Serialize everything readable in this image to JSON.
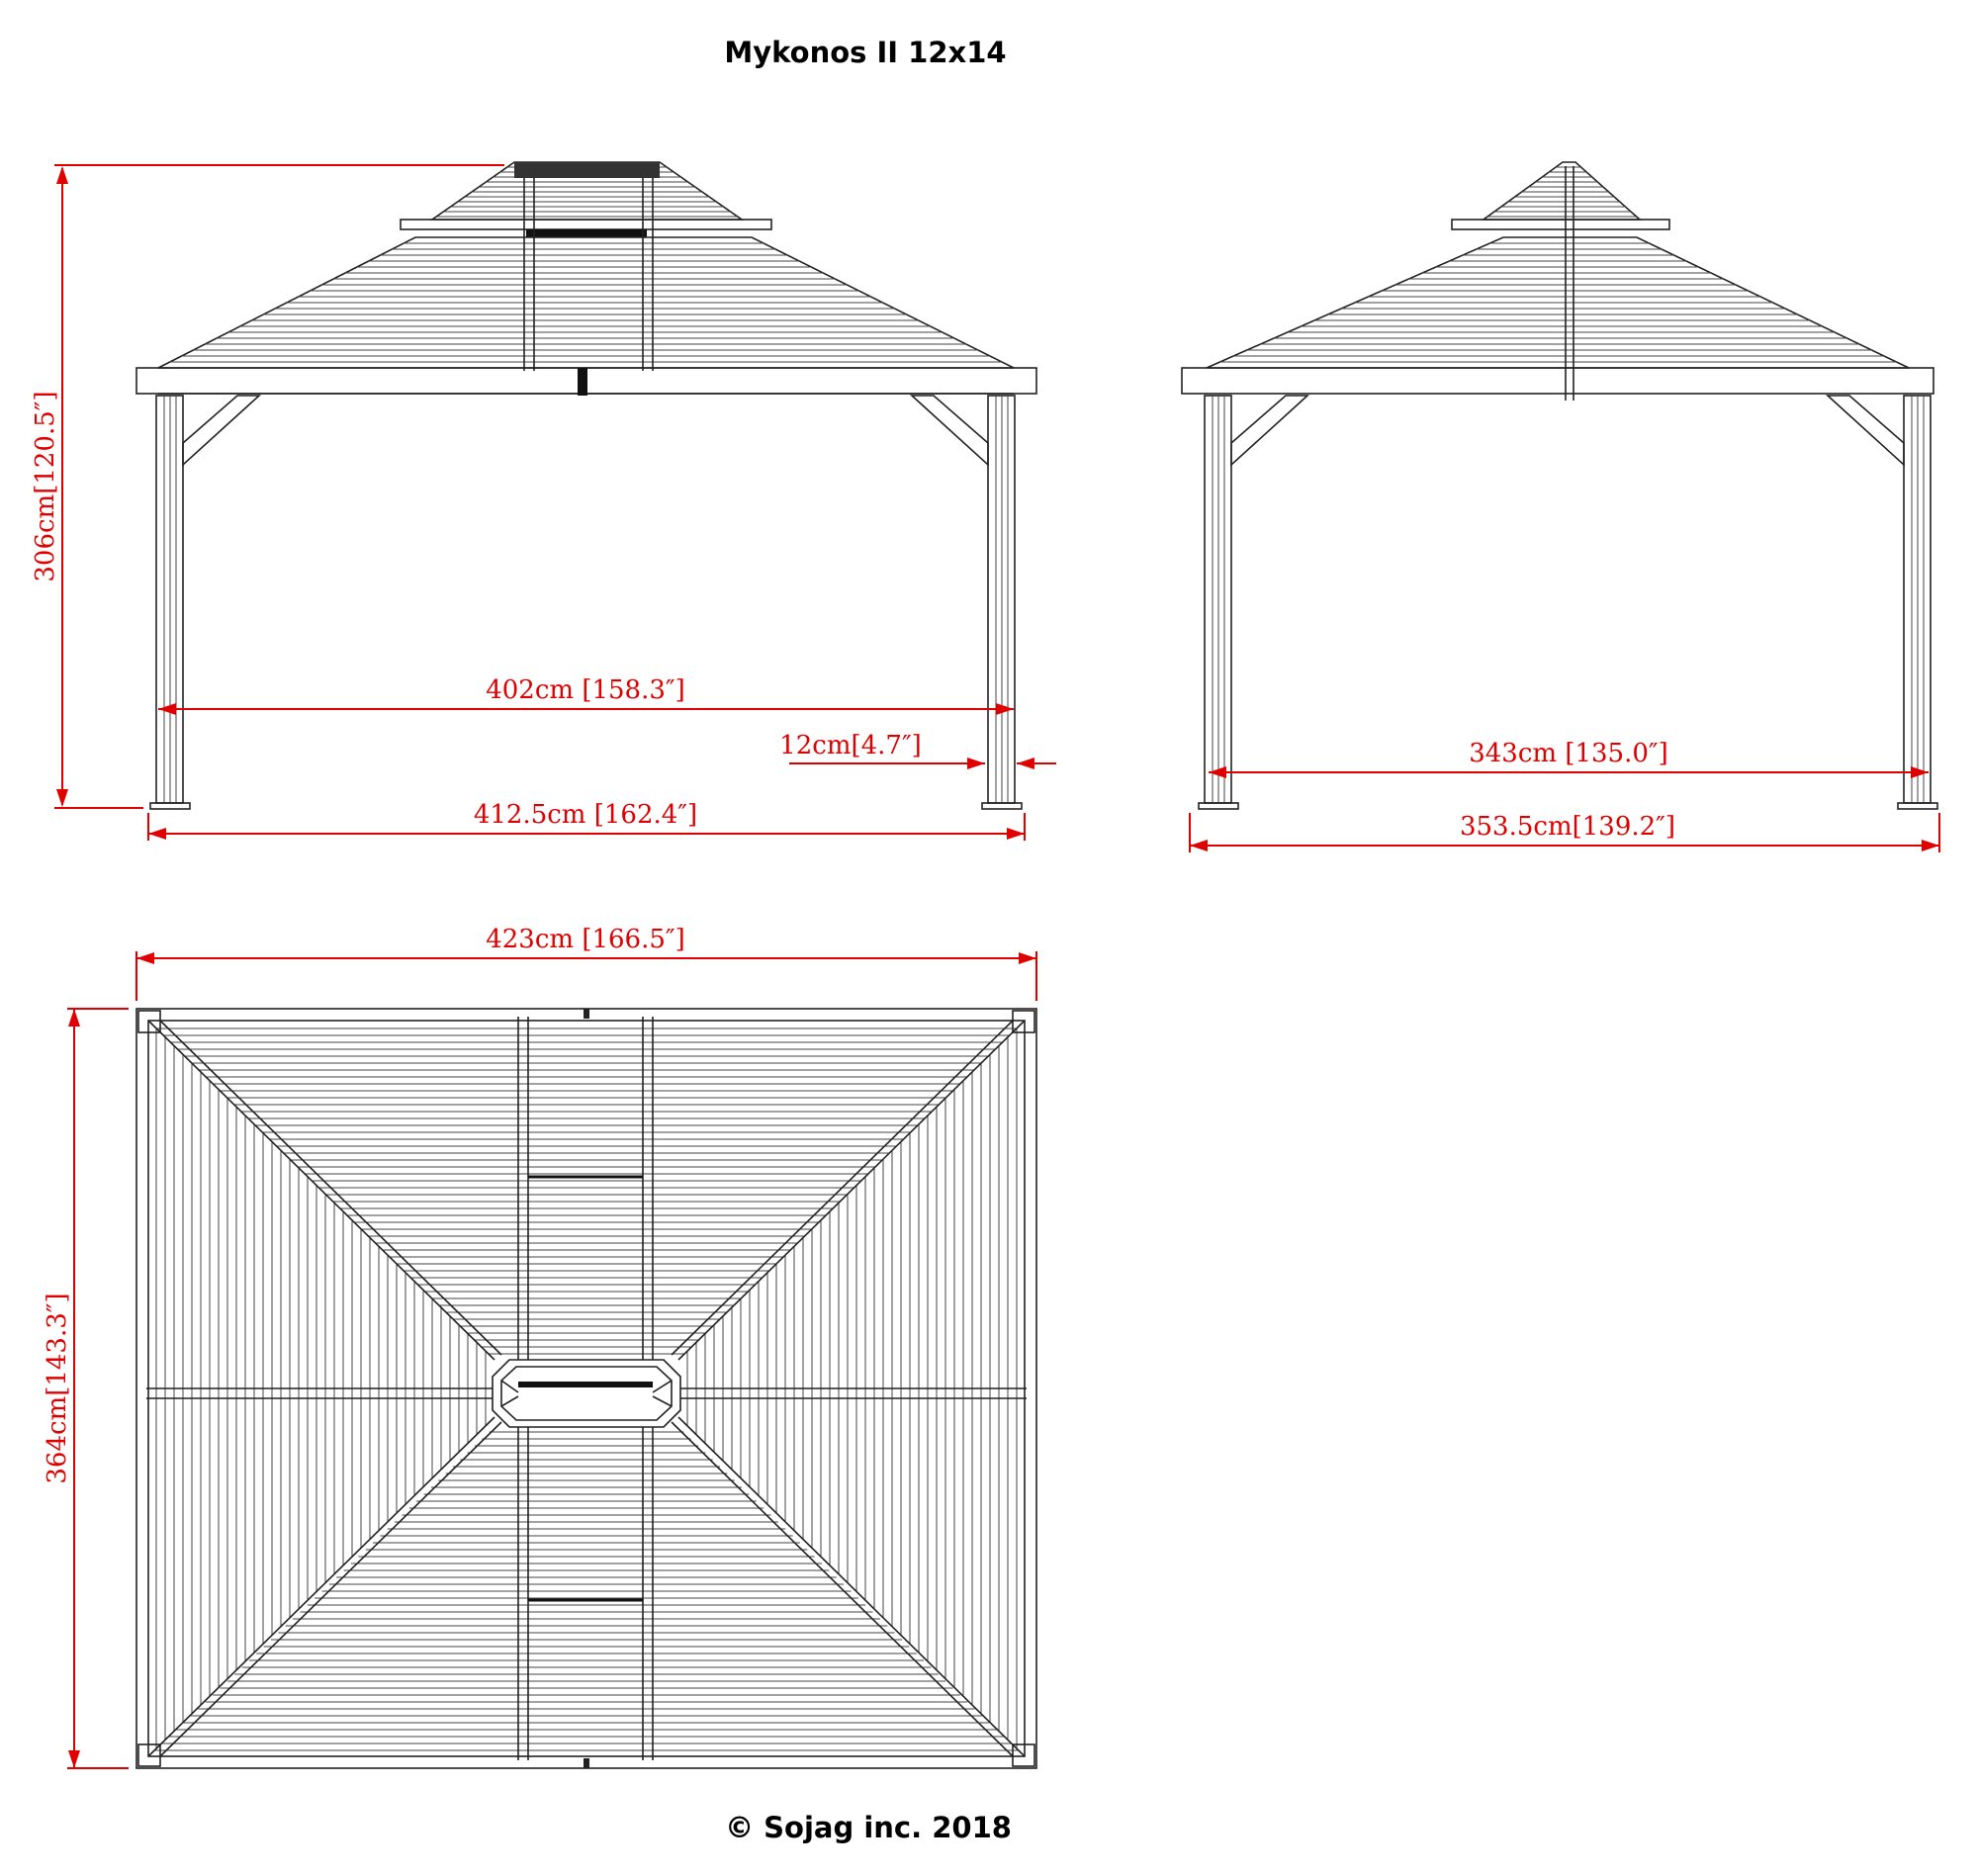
{
  "title": "Mykonos II 12x14",
  "copyright": "© Sojag inc. 2018",
  "colors": {
    "dimension": "#e00000",
    "drawing": "#222222",
    "background": "#ffffff"
  },
  "front_view": {
    "height": "306cm[120.5″]",
    "inner_width": "402cm [158.3″]",
    "post_width": "12cm[4.7″]",
    "outer_width": "412.5cm [162.4″]"
  },
  "side_view": {
    "inner_width": "343cm [135.0″]",
    "outer_width": "353.5cm[139.2″]"
  },
  "top_view": {
    "width": "423cm [166.5″]",
    "depth": "364cm[143.3″]"
  }
}
